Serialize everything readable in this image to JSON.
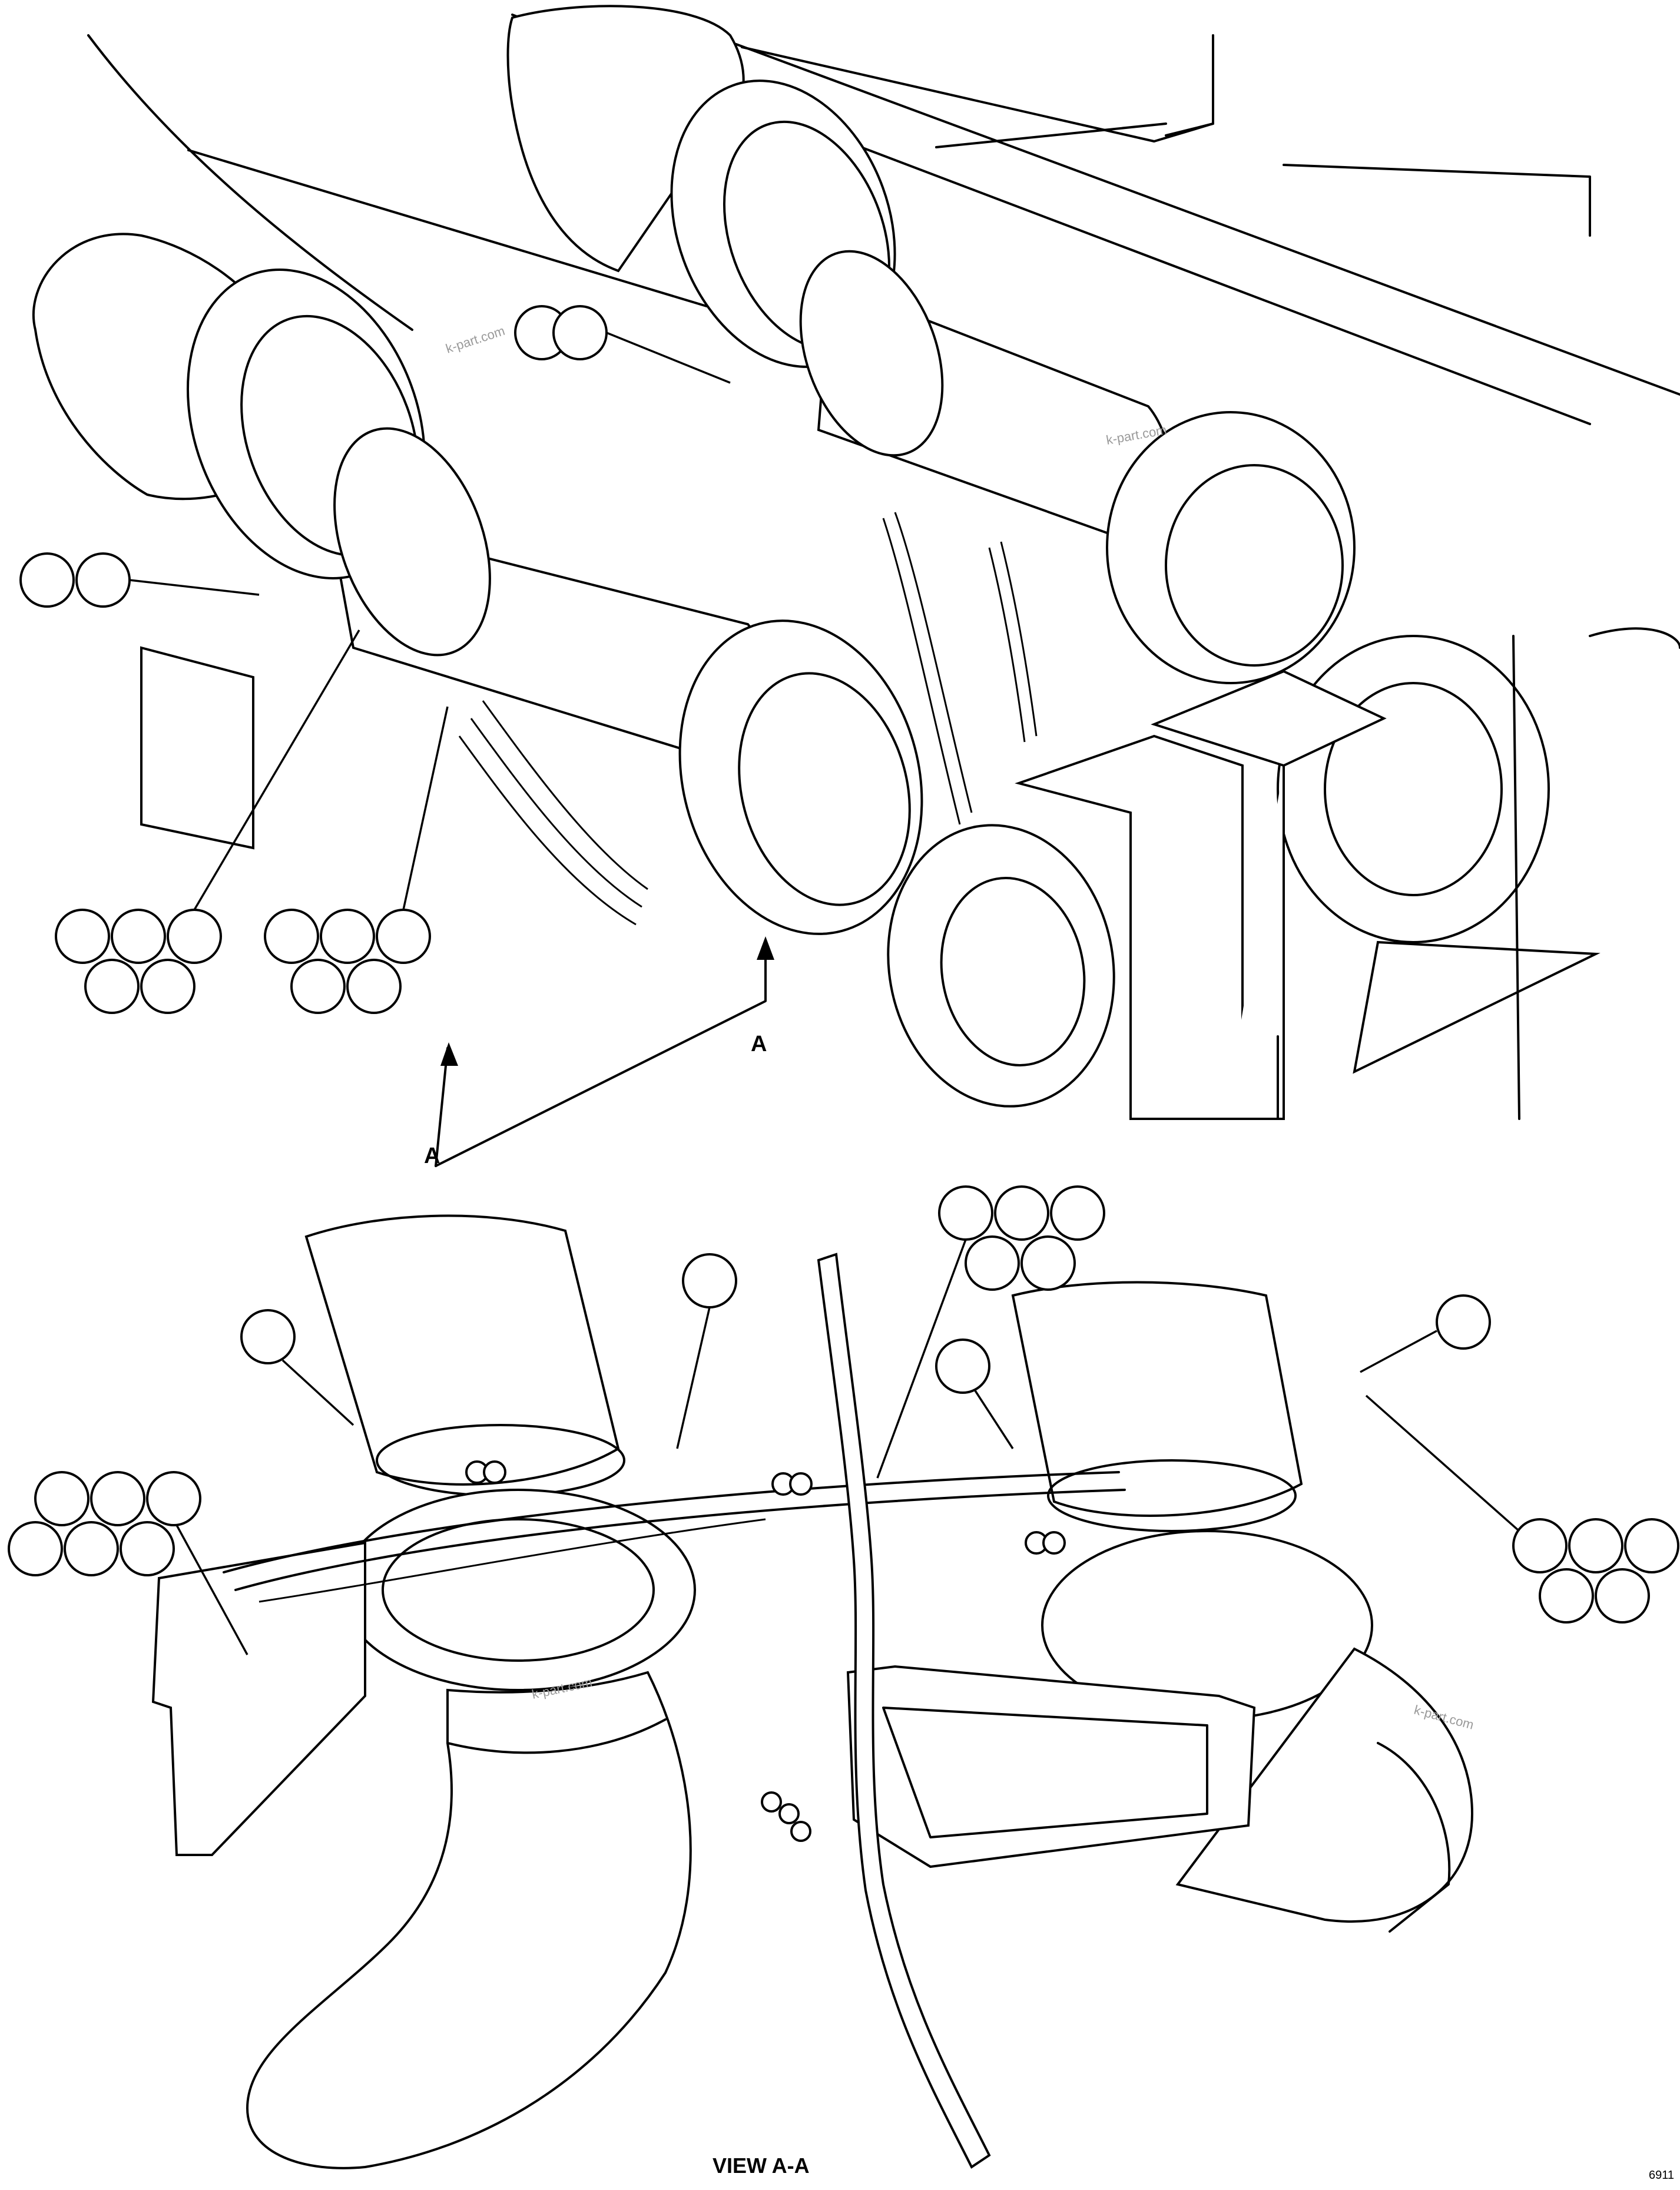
{
  "view_markers": {
    "upper_left": "A",
    "upper_right": "A"
  },
  "view_title": "VIEW A-A",
  "watermarks": [
    "k-part.com",
    "k-part.com",
    "k-part.com",
    "k-part.com"
  ],
  "figure_code": "6911",
  "callout_groups": [
    {
      "count": 2
    },
    {
      "count": 2
    },
    {
      "count": 5
    },
    {
      "count": 5
    },
    {
      "count": 5
    },
    {
      "count": 1
    },
    {
      "count": 1
    },
    {
      "count": 6
    },
    {
      "count": 1
    },
    {
      "count": 1
    },
    {
      "count": 5
    }
  ]
}
